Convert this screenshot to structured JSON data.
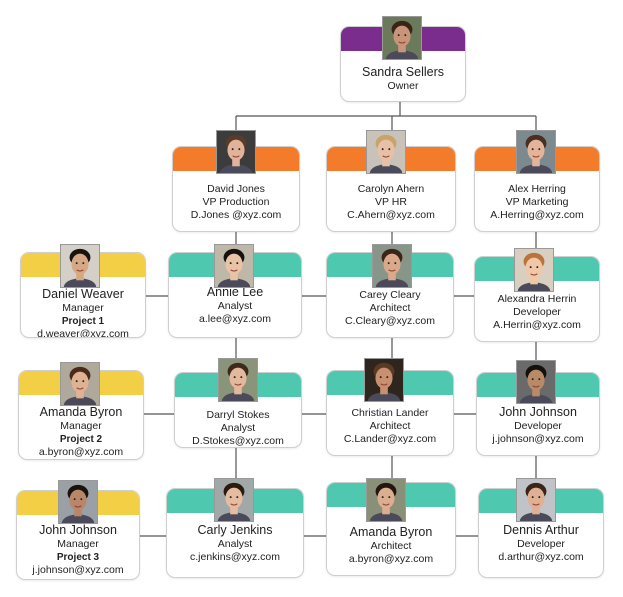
{
  "colors": {
    "owner_band": "#7b2d8e",
    "vp_band": "#f47b2a",
    "staff_band": "#4ec9b0",
    "manager_band": "#f3cf45",
    "connector": "#555555"
  },
  "owner": {
    "name": "Sandra Sellers",
    "title": "Owner"
  },
  "vps": [
    {
      "name": "David Jones",
      "title": "VP Production",
      "email": "D.Jones @xyz.com"
    },
    {
      "name": "Carolyn Ahern",
      "title": "VP HR",
      "email": "C.Ahern@xyz.com"
    },
    {
      "name": "Alex Herring",
      "title": "VP Marketing",
      "email": "A.Herring@xyz.com"
    }
  ],
  "managers": [
    {
      "name": "Daniel Weaver",
      "title": "Manager",
      "project": "Project 1",
      "email": "d.weaver@xyz.com"
    },
    {
      "name": "Amanda Byron",
      "title": "Manager",
      "project": "Project 2",
      "email": "a.byron@xyz.com"
    },
    {
      "name": "John Johnson",
      "title": "Manager",
      "project": "Project 3",
      "email": "j.johnson@xyz.com"
    }
  ],
  "staff": [
    [
      {
        "name": "Annie Lee",
        "title": "Analyst",
        "email": "a.lee@xyz.com"
      },
      {
        "name": "Carey Cleary",
        "title": "Architect",
        "email": "C.Cleary@xyz.com"
      },
      {
        "name": "Alexandra Herrin",
        "title": "Developer",
        "email": "A.Herrin@xyz.com"
      }
    ],
    [
      {
        "name": "Darryl Stokes",
        "title": "Analyst",
        "email": "D.Stokes@xyz.com"
      },
      {
        "name": "Christian Lander",
        "title": "Architect",
        "email": "C.Lander@xyz.com"
      },
      {
        "name": "John Johnson",
        "title": "Developer",
        "email": "j.johnson@xyz.com"
      }
    ],
    [
      {
        "name": "Carly Jenkins",
        "title": "Analyst",
        "email": "c.jenkins@xyz.com"
      },
      {
        "name": "Amanda Byron",
        "title": "Architect",
        "email": "a.byron@xyz.com"
      },
      {
        "name": "Dennis Arthur",
        "title": "Developer",
        "email": "d.arthur@xyz.com"
      }
    ]
  ]
}
